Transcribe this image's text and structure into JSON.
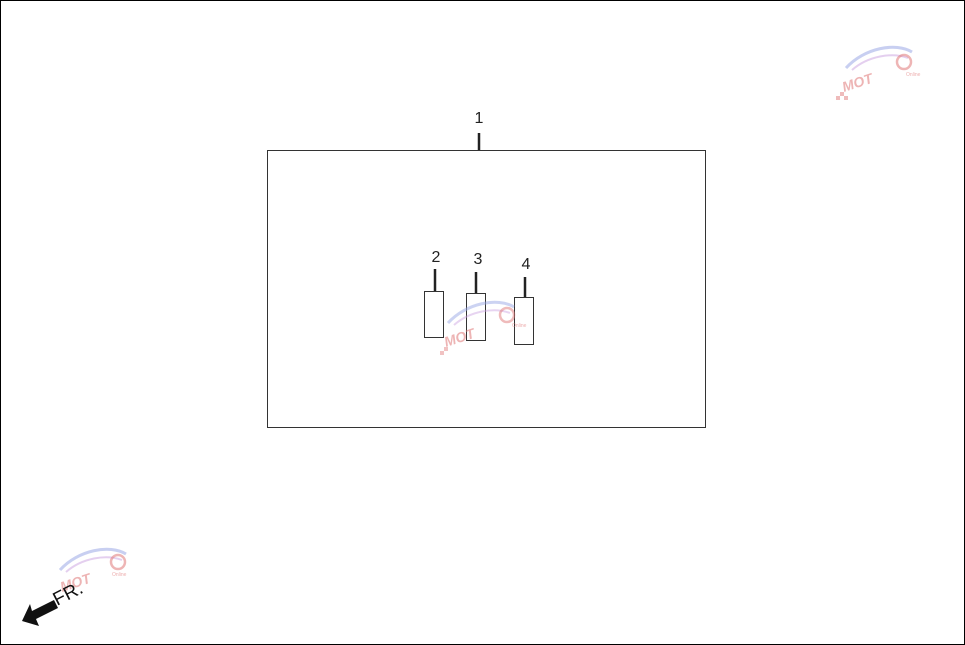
{
  "diagram": {
    "callouts": [
      {
        "id": "1",
        "label": "1"
      },
      {
        "id": "2",
        "label": "2"
      },
      {
        "id": "3",
        "label": "3"
      },
      {
        "id": "4",
        "label": "4"
      }
    ],
    "direction_label": "FR.",
    "watermark": {
      "logo_text": "MOT",
      "tagline": "Online"
    }
  }
}
